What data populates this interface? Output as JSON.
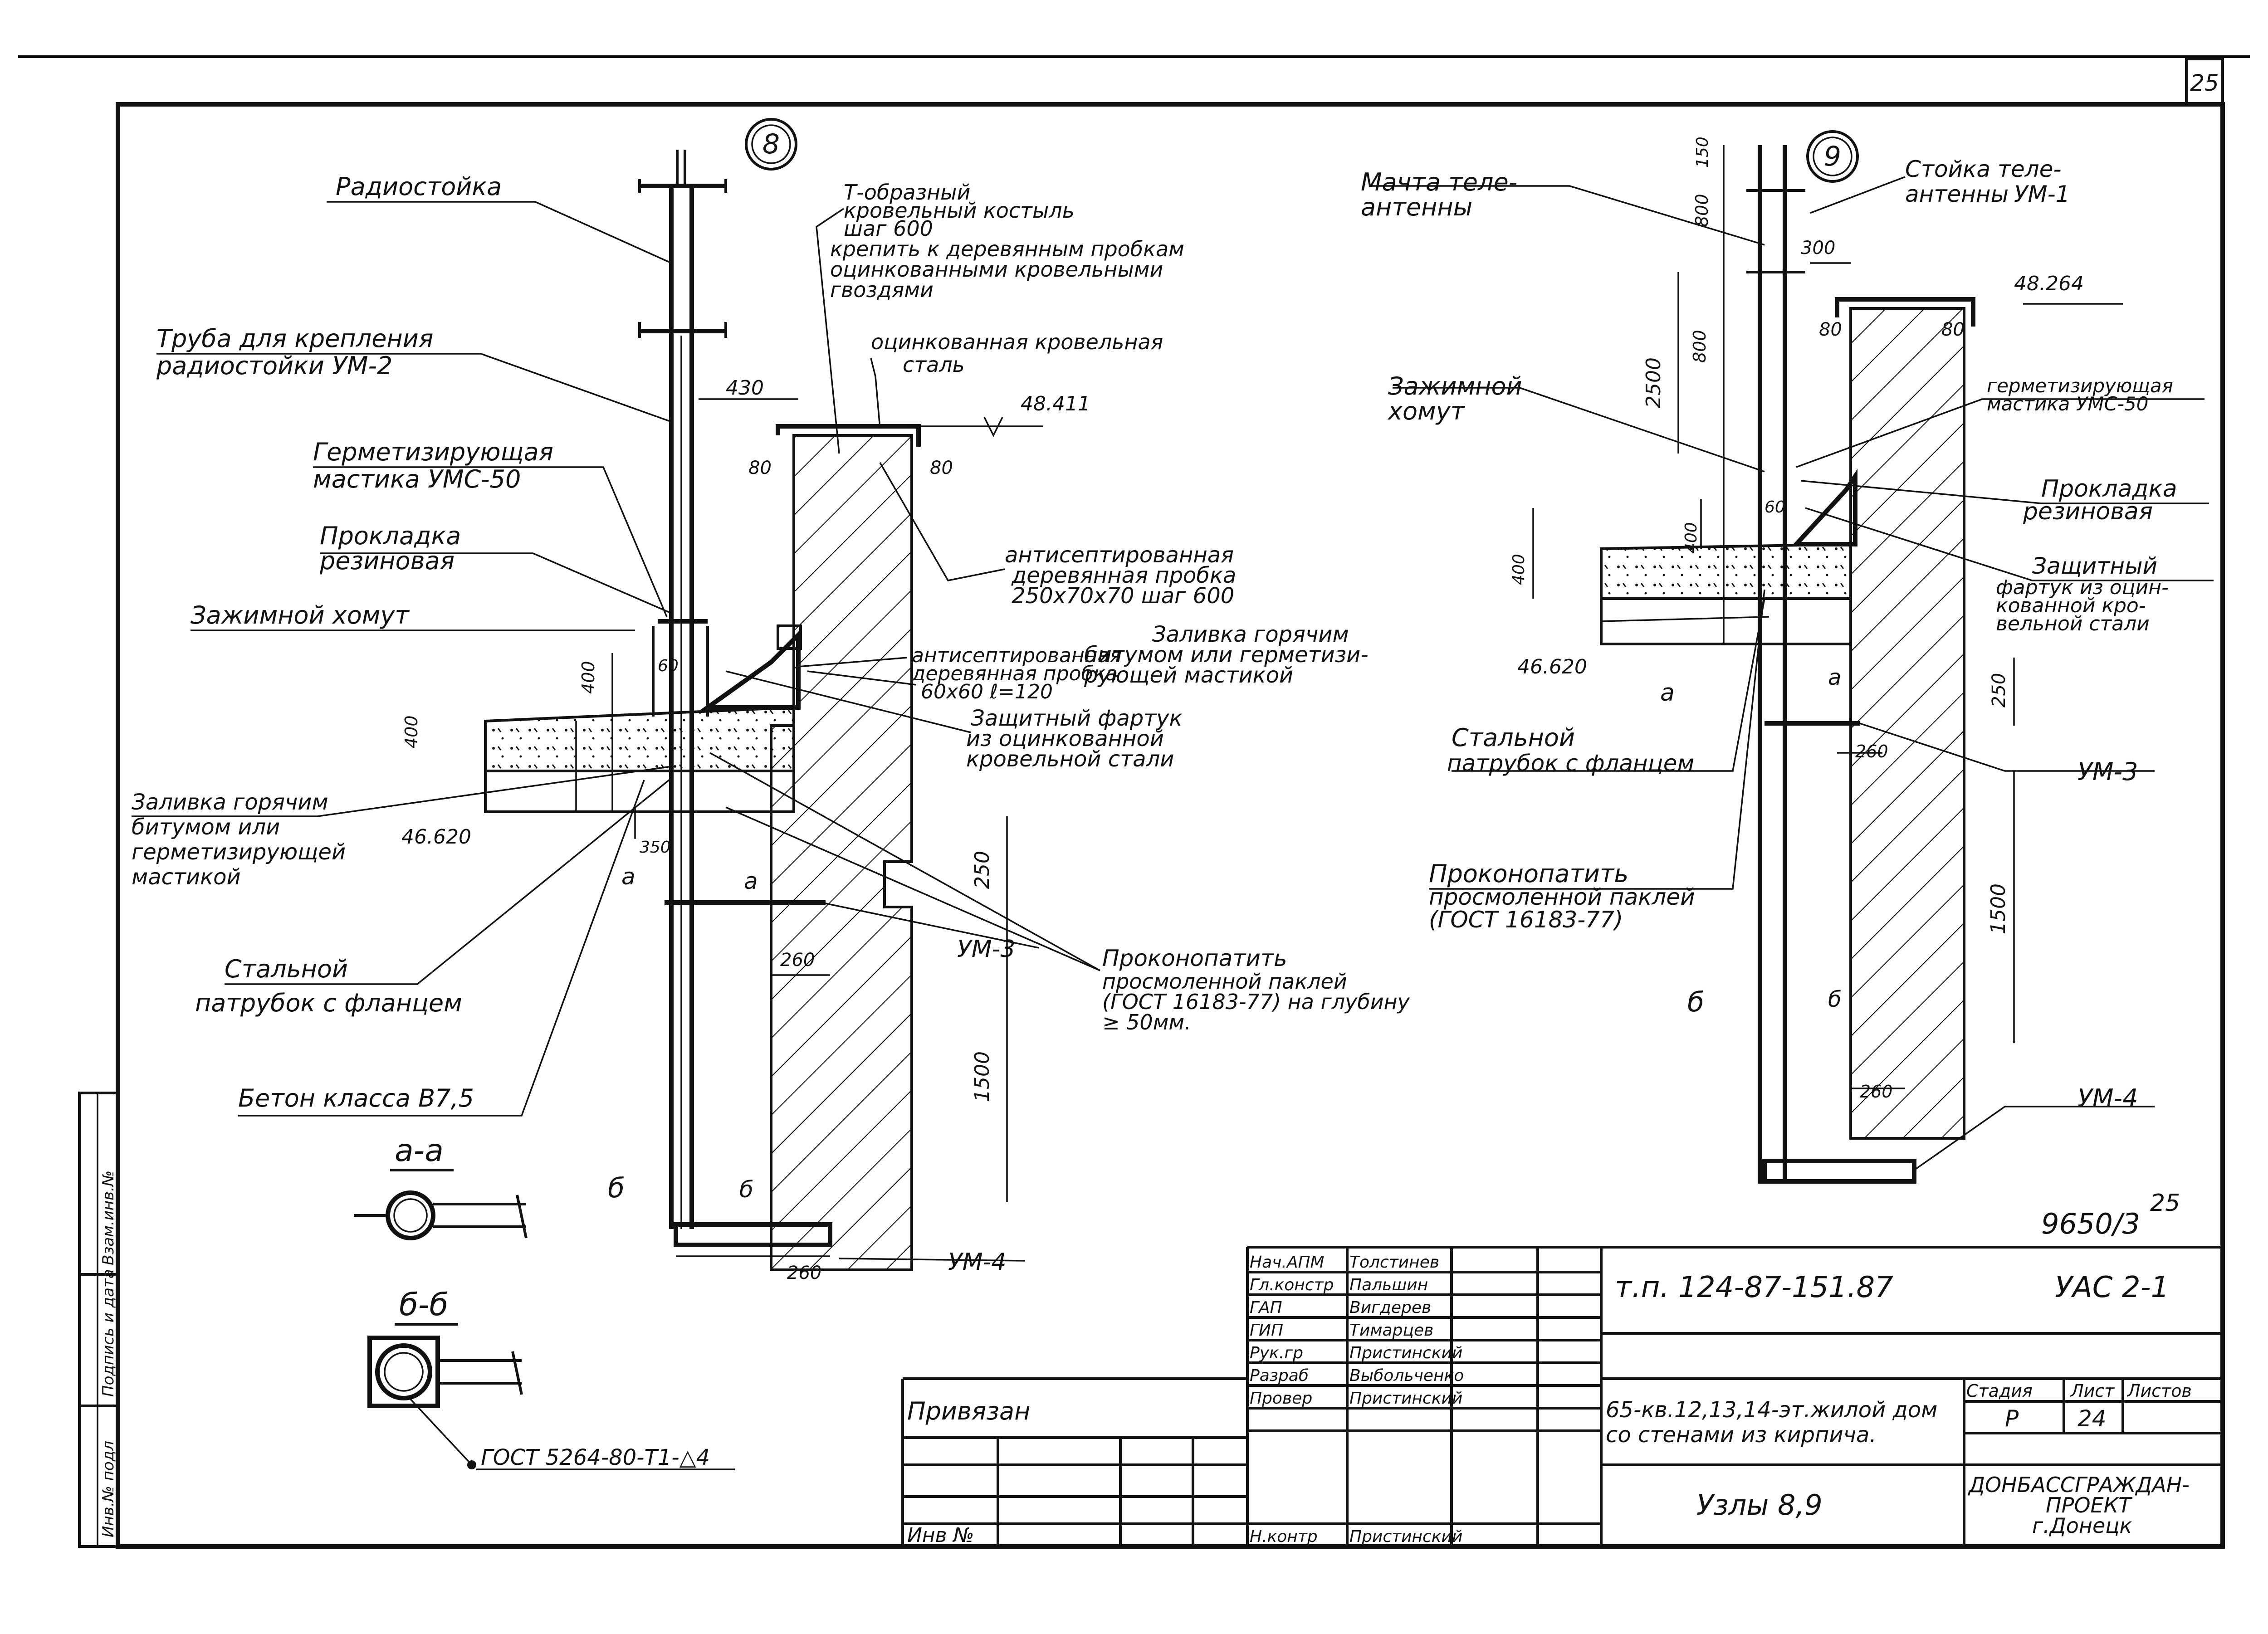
{
  "sheet_number": "25",
  "left_stamp": {
    "inv_no": "Инв.№ подл",
    "sign_date": "Подпись и дата",
    "replace_inv": "Взам.инв.№"
  },
  "node8": {
    "number": "8",
    "labels": {
      "radiostoika": "Радиостойка",
      "pipe_l1": "Труба для крепления",
      "pipe_l2": "радиостойки УМ-2",
      "sealant_l1": "Герметизирующая",
      "sealant_l2": "мастика УМС-50",
      "gasket_l1": "Прокладка",
      "gasket_l2": "резиновая",
      "clamp": "Зажимной хомут",
      "fill_l1": "Заливка горячим",
      "fill_l2": "битумом или",
      "fill_l3": "герметизирующей",
      "fill_l4": "мастикой",
      "steel_l1": "Стальной",
      "steel_l2": "патрубок с фланцем",
      "concrete": "Бетон класса В7,5",
      "crutch_l1": "Т-образный",
      "crutch_l2": "кровельный костыль",
      "crutch_l3": "шаг 600",
      "crutch_l4": "крепить к деревянным пробкам",
      "crutch_l5": "оцинкованными кровельными",
      "crutch_l6": "гвоздями",
      "galv_l1": "оцинкованная кровельная",
      "galv_l2": "сталь",
      "antisept_l1": "антисептированная",
      "antisept_l2": "деревянная пробка",
      "antisept_l3": "250х70х70 шаг 600",
      "antisept2_l1": "антисептированная",
      "antisept2_l2": "деревянная пробка",
      "antisept2_l3": "60х60 ℓ=120",
      "hotfill_l1": "Заливка горячим",
      "hotfill_l2": "битумом или герметизи-",
      "hotfill_l3": "рующей мастикой",
      "apron_l1": "Защитный фартук",
      "apron_l2": "из оцинкованной",
      "apron_l3": "кровельной стали",
      "caulk_l1": "Проконопатить",
      "caulk_l2": "просмоленной паклей",
      "caulk_l3": "(ГОСТ 16183-77) на глубину",
      "caulk_l4": "≥ 50мм.",
      "um3": "УМ-3",
      "um4": "УМ-4"
    },
    "dims": {
      "d430": "430",
      "d80a": "80",
      "d80b": "80",
      "elev_top": "48.411",
      "elev_low": "46.620",
      "d400a": "400",
      "d400b": "400",
      "d60": "60",
      "d350": "350",
      "d250": "250",
      "d260": "260",
      "d1500": "1500",
      "d260b": "260"
    },
    "section_marks": {
      "a1": "а",
      "a2": "а",
      "b1": "б",
      "b2": "б"
    }
  },
  "node9": {
    "number": "9",
    "labels": {
      "mast_l1": "Мачта теле-",
      "mast_l2": "антенны",
      "stand_l1": "Стойка теле-",
      "stand_l2": "антенны",
      "stand_um": "УМ-1",
      "clamp_l1": "Зажимной",
      "clamp_l2": "хомут",
      "seal_l1": "герметизирующая",
      "seal_l2": "мастика УМС-50",
      "gasket_l1": "Прокладка",
      "gasket_l2": "резиновая",
      "apron_l1": "Защитный",
      "apron_l2": "фартук из оцин-",
      "apron_l3": "кованной кро-",
      "apron_l4": "вельной стали",
      "steel_l1": "Стальной",
      "steel_l2": "патрубок с фланцем",
      "caulk_l1": "Проконопатить",
      "caulk_l2": "просмоленной паклей",
      "caulk_l3": "(ГОСТ 16183-77)",
      "um3": "УМ-3",
      "um4": "УМ-4"
    },
    "dims": {
      "d800a": "800",
      "d150": "150",
      "d300": "300",
      "elev_top": "48.264",
      "d2500": "2500",
      "d800b": "800",
      "d80a": "80",
      "d80b": "80",
      "d400a": "400",
      "d400b": "400",
      "d60": "60",
      "elev_low": "46.620",
      "d250": "250",
      "d260": "260",
      "d1500": "1500",
      "d260b": "260"
    },
    "section_marks": {
      "a1": "а",
      "a2": "а",
      "b1": "б",
      "b2": "б"
    }
  },
  "sections": {
    "aa": "а-а",
    "bb": "б-б",
    "weld_note": "ГОСТ 5264-80-Т1-△4"
  },
  "drawing_mark": "9650/3",
  "drawing_mark_sup": "25",
  "title_block": {
    "privyazan": "Привязан",
    "inv_no": "Инв №",
    "staff": [
      {
        "role": "Нач.АПМ",
        "name": "Толстинев"
      },
      {
        "role": "Гл.констр",
        "name": "Пальшин"
      },
      {
        "role": "ГАП",
        "name": "Вигдерев"
      },
      {
        "role": "ГИП",
        "name": "Тимарцев"
      },
      {
        "role": "Рук.гр",
        "name": "Пристинский"
      },
      {
        "role": "Разраб",
        "name": "Выбольченко"
      },
      {
        "role": "Провер",
        "name": "Пристинский"
      },
      {
        "role": "Н.контр",
        "name": "Пристинский"
      }
    ],
    "project_code": "т.п. 124-87-151.87",
    "sheet_code": "УАС 2-1",
    "building_l1": "65-кв.12,13,14-эт.жилой дом",
    "building_l2": "со стенами из кирпича.",
    "stage_hdr": "Стадия",
    "sheet_hdr": "Лист",
    "sheets_hdr": "Листов",
    "stage": "Р",
    "sheet": "24",
    "sheet_title": "Узлы 8,9",
    "org_l1": "ДОНБАССГРАЖДАН-",
    "org_l2": "ПРОЕКТ",
    "org_l3": "г.Донецк"
  }
}
